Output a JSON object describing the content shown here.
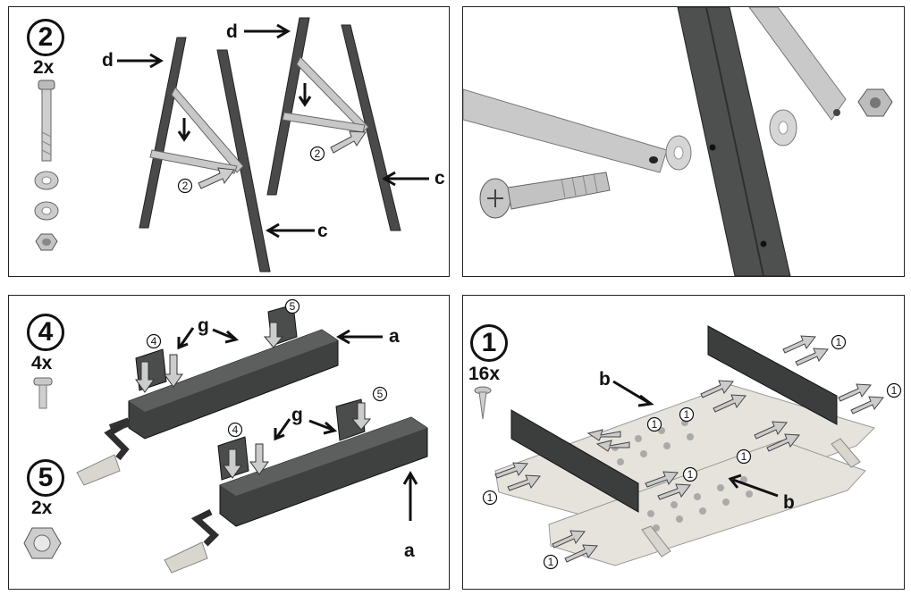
{
  "panel_step2": {
    "step_number": "2",
    "quantity": "2x",
    "letters": {
      "d1": "d",
      "d2": "d",
      "c1": "c",
      "c2": "c"
    },
    "callouts": {
      "c1": "2",
      "c2": "2"
    }
  },
  "panel_detail": {},
  "panel_step4": {
    "step_number_a": "4",
    "quantity_a": "4x",
    "step_number_b": "5",
    "quantity_b": "2x",
    "letters": {
      "g1": "g",
      "g2": "g",
      "a1": "a",
      "a2": "a"
    },
    "callouts": {
      "c4a": "4",
      "c5a": "5",
      "c4b": "4",
      "c5b": "5"
    }
  },
  "panel_step1": {
    "step_number": "1",
    "quantity": "16x",
    "letters": {
      "b1": "b",
      "b2": "b"
    },
    "callouts": {
      "c1": "1",
      "c2": "1",
      "c3": "1",
      "c4": "1",
      "c5": "1",
      "c6": "1",
      "c7": "1",
      "c8": "1"
    }
  }
}
